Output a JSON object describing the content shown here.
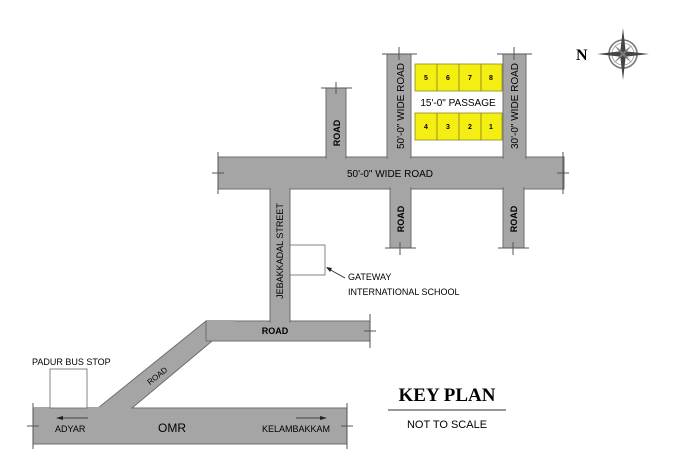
{
  "title": "KEY PLAN",
  "subtitle": "NOT TO SCALE",
  "north_label": "N",
  "colors": {
    "road": "#a5a5a5",
    "plot": "#f5ee12",
    "background": "#ffffff"
  },
  "roads": {
    "main_horizontal": "50'-0\" WIDE ROAD",
    "left_vertical_wide": "50'-0\" WIDE ROAD",
    "right_vertical_wide": "30'-0\" WIDE ROAD",
    "north_spur": "ROAD",
    "south_left": "ROAD",
    "south_right": "ROAD",
    "street": "JEBAKKADAL STREET",
    "lower_road": "ROAD",
    "diagonal_road": "ROAD",
    "omr": "OMR"
  },
  "passage": "15'-0\" PASSAGE",
  "plots_top": [
    "5",
    "6",
    "7",
    "8"
  ],
  "plots_bottom": [
    "4",
    "3",
    "2",
    "1"
  ],
  "landmarks": {
    "school_line1": "GATEWAY",
    "school_line2": "INTERNATIONAL SCHOOL",
    "bus_stop": "PADUR BUS STOP"
  },
  "directions": {
    "left": "ADYAR",
    "right": "KELAMBAKKAM"
  }
}
